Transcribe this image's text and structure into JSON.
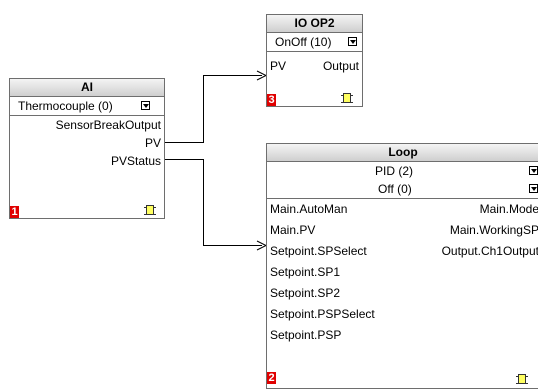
{
  "blocks": {
    "ai": {
      "title": "AI",
      "dropdown": "Thermocouple (0)",
      "outputs": [
        "SensorBreakOutput",
        "PV",
        "PVStatus"
      ],
      "badge": "1"
    },
    "io_op2": {
      "title": "IO OP2",
      "dropdown": "OnOff (10)",
      "input_pin": "PV",
      "output_pin": "Output",
      "badge": "3"
    },
    "loop": {
      "title": "Loop",
      "dropdowns": [
        "PID (2)",
        "Off (0)"
      ],
      "inputs": [
        "Main.AutoMan",
        "Main.PV",
        "Setpoint.SPSelect",
        "Setpoint.SP1",
        "Setpoint.SP2",
        "Setpoint.PSPSelect",
        "Setpoint.PSP"
      ],
      "outputs": [
        "Main.Mode",
        "Main.WorkingSP",
        "Output.Ch1Output"
      ],
      "badge": "2"
    }
  },
  "colors": {
    "badge": "#e00000",
    "chip": "#ffff60",
    "border": "#6e6e6e"
  }
}
